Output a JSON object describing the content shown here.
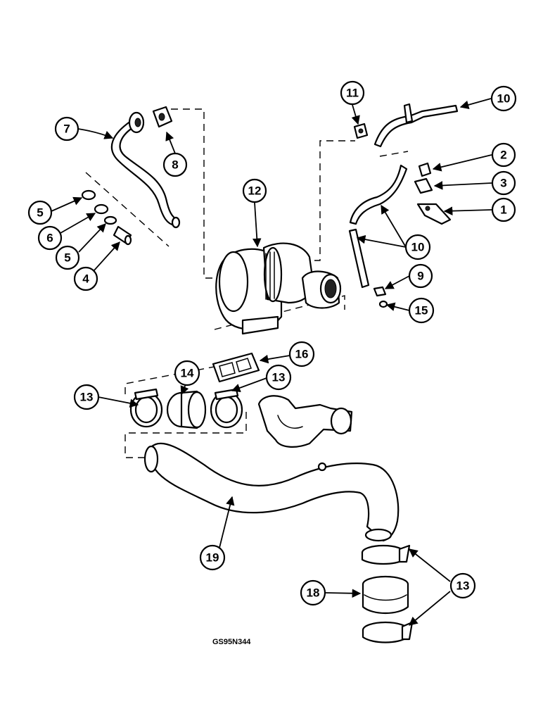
{
  "diagram": {
    "figure_code": "GS95N344",
    "callouts": {
      "c1": "1",
      "c2": "2",
      "c3": "3",
      "c4": "4",
      "c5a": "5",
      "c5b": "5",
      "c6": "6",
      "c7": "7",
      "c8": "8",
      "c9": "9",
      "c10a": "10",
      "c10b": "10",
      "c11": "11",
      "c12": "12",
      "c13a": "13",
      "c13b": "13",
      "c13c": "13",
      "c14": "14",
      "c15": "15",
      "c16": "16",
      "c18": "18",
      "c19": "19"
    }
  }
}
